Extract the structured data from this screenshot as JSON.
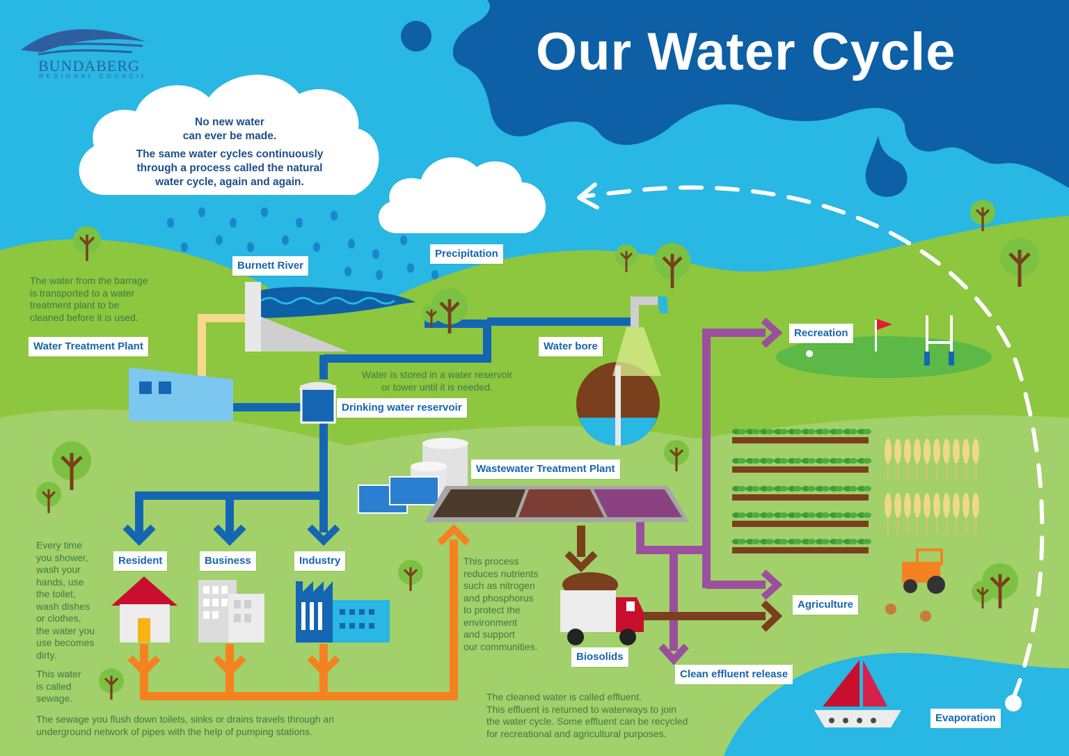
{
  "logo": {
    "name": "BUNDABERG",
    "subtitle": "REGIONAL COUNCIL"
  },
  "title": "Our Water Cycle",
  "cloud_text": {
    "line1": "No new water",
    "line2": "can ever be made.",
    "line3": "The same water cycles continuously",
    "line4": "through a process called the natural",
    "line5": "water cycle, again and again."
  },
  "labels": {
    "burnett_river": "Burnett River",
    "precipitation": "Precipitation",
    "water_treatment_plant": "Water Treatment Plant",
    "drinking_water_reservoir": "Drinking water reservoir",
    "water_bore": "Water bore",
    "recreation": "Recreation",
    "wastewater_treatment_plant": "Wastewater Treatment Plant",
    "resident": "Resident",
    "business": "Business",
    "industry": "Industry",
    "agriculture": "Agriculture",
    "biosolids": "Biosolids",
    "clean_effluent_release": "Clean effluent release",
    "evaporation": "Evaporation"
  },
  "texts": {
    "barrage": [
      "The water from the barrage",
      "is transported to a water",
      "treatment plant to be",
      "cleaned before it is used."
    ],
    "reservoir": [
      "Water is stored in a water reservoir",
      "or tower until it is needed."
    ],
    "shower": [
      "Every time",
      "you shower,",
      "wash your",
      "hands, use",
      "the toilet,",
      "wash dishes",
      "or clothes,",
      "the water you",
      "use becomes",
      "dirty."
    ],
    "sewage_called": [
      "This water",
      "is called",
      "sewage."
    ],
    "nutrients": [
      "This process",
      "reduces nutrients",
      "such as nitrogen",
      "and phosphorus",
      "to protect the",
      "environment",
      "and support",
      "our communities."
    ],
    "sewage_flush": [
      "The sewage you flush down toilets, sinks or drains travels through an",
      "underground network of pipes with the help of pumping stations."
    ],
    "effluent": [
      "The cleaned water is called effluent.",
      "This effluent is returned to waterways to join",
      "the water cycle. Some effluent can be recycled",
      "for recreational and agricultural purposes."
    ]
  },
  "colors": {
    "sky": "#29b7e3",
    "deep_blue": "#0d5fa6",
    "hill_green": "#8dc63f",
    "field_green": "#a2d06a",
    "text_green": "#3d7a45",
    "label_blue": "#1565b0",
    "pipe_blue": "#1466b2",
    "pipe_orange": "#f58220",
    "pipe_purple": "#9b4f9e",
    "pipe_brown": "#7a3f1d",
    "pipe_yellow": "#f6d98c"
  }
}
